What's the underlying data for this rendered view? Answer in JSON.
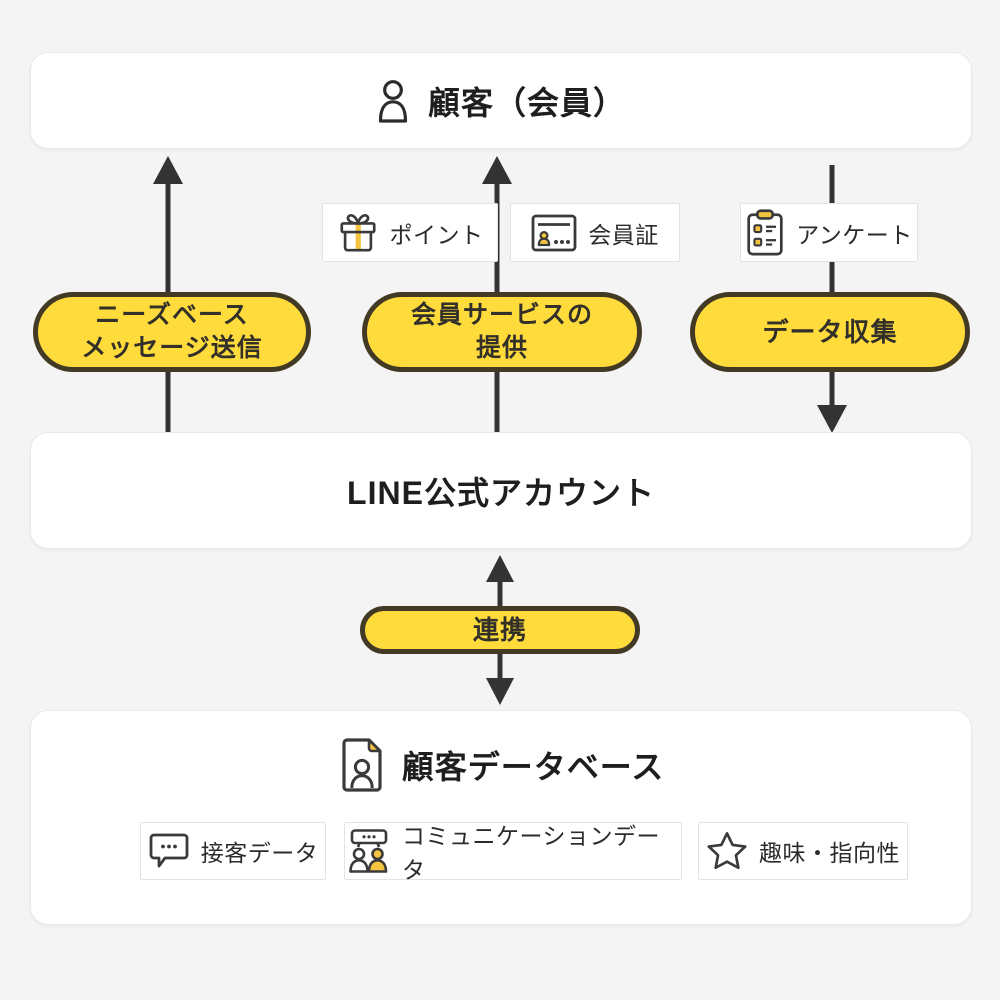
{
  "colors": {
    "background": "#f4f4f4",
    "card": "#ffffff",
    "card_border": "#e9e9e9",
    "pill_fill": "#ffdc3c",
    "pill_border": "#433a26",
    "arrow": "#333333",
    "icon_stroke": "#3a3a3a",
    "icon_yellow": "#f5c542",
    "text": "#222222"
  },
  "top_card": {
    "title": "顧客（会員）",
    "icon": "person-icon"
  },
  "service_tags": [
    {
      "label": "ポイント",
      "icon": "gift-icon"
    },
    {
      "label": "会員証",
      "icon": "member-card-icon"
    },
    {
      "label": "アンケート",
      "icon": "survey-clipboard-icon"
    }
  ],
  "flow_pills": [
    {
      "line1": "ニーズベース",
      "line2": "メッセージ送信",
      "direction": "up"
    },
    {
      "line1": "会員サービスの",
      "line2": "提供",
      "direction": "up"
    },
    {
      "line1": "データ収集",
      "direction": "down"
    }
  ],
  "line_card": {
    "title": "LINE公式アカウント"
  },
  "link_pill": {
    "label": "連携",
    "direction": "both"
  },
  "database_card": {
    "title": "顧客データベース",
    "icon": "document-person-icon",
    "items": [
      {
        "label": "接客データ",
        "icon": "chat-bubble-icon"
      },
      {
        "label": "コミュニケーションデータ",
        "icon": "people-chat-icon"
      },
      {
        "label": "趣味・指向性",
        "icon": "star-icon"
      }
    ]
  },
  "arrows": [
    {
      "name": "needs-message-arrow",
      "direction": "up"
    },
    {
      "name": "member-service-arrow",
      "direction": "up"
    },
    {
      "name": "data-collection-arrow",
      "direction": "down"
    },
    {
      "name": "link-arrow",
      "direction": "both"
    }
  ]
}
